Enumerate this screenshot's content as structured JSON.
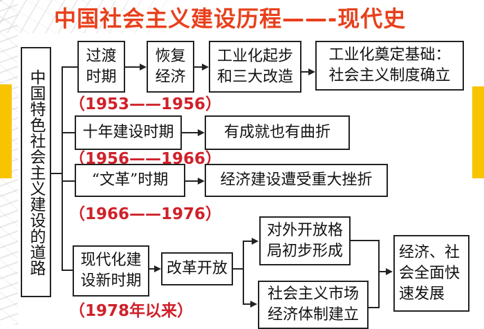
{
  "title": "中国社会主义建设历程——-现代史",
  "root": {
    "label": "中国特色社会主义建设的道路"
  },
  "periods": [
    {
      "name": "过渡\n时期",
      "name_lines": [
        "过渡",
        "时期"
      ],
      "dates": "（1953——1956）",
      "steps": [
        {
          "lines": [
            "恢复",
            "经济"
          ]
        },
        {
          "lines": [
            "工业化起步",
            "和三大改造"
          ]
        },
        {
          "lines": [
            "工业化奠定基础：",
            "社会主义制度确立"
          ]
        }
      ]
    },
    {
      "name_lines": [
        "十年建设时期"
      ],
      "dates": "（1956——1966）",
      "steps": [
        {
          "lines": [
            "有成就也有曲折"
          ]
        }
      ]
    },
    {
      "name_lines": [
        "“文革”时期"
      ],
      "dates": "（1966——1976）",
      "steps": [
        {
          "lines": [
            "经济建设遭受重大挫折"
          ]
        }
      ]
    },
    {
      "name_lines": [
        "现代化建",
        "设新时期"
      ],
      "dates": "（1978年以来）",
      "steps": [
        {
          "lines": [
            "改革开放"
          ]
        },
        {
          "lines": [
            "对外开放格",
            "局初步形成"
          ]
        },
        {
          "lines": [
            "社会主义市场",
            "经济体制建立"
          ]
        },
        {
          "lines": [
            "经济、社",
            "会全面快",
            "速发展"
          ]
        }
      ]
    }
  ],
  "colors": {
    "title": "#e8401c",
    "dates": "#d0202a",
    "accent_yellow": "#f8c400",
    "box_border": "#222222"
  }
}
